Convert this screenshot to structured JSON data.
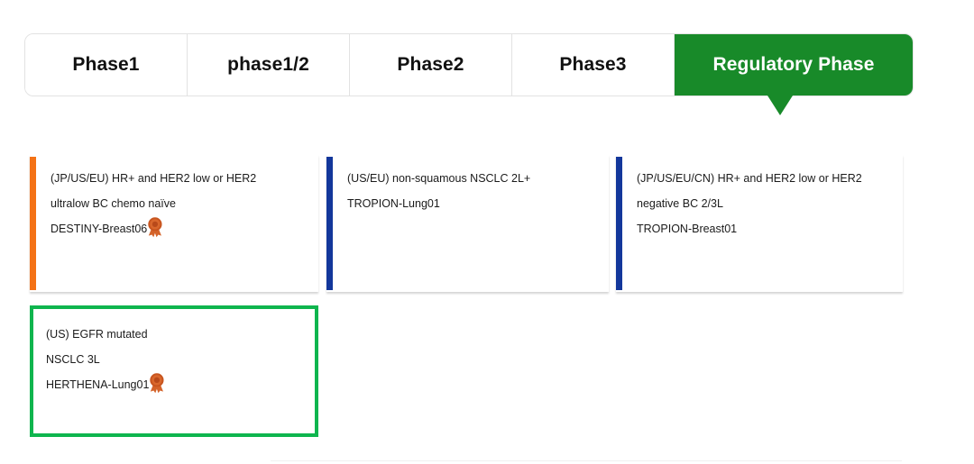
{
  "tabs": [
    {
      "label": "Phase1",
      "active": false
    },
    {
      "label": "phase1/2",
      "active": false
    },
    {
      "label": "Phase2",
      "active": false
    },
    {
      "label": "Phase3",
      "active": false
    },
    {
      "label": "Regulatory Phase",
      "active": true
    }
  ],
  "colors": {
    "active_tab_green": "#188a29",
    "selected_card_green": "#0fb54e",
    "accent_orange": "#f47216",
    "accent_blue": "#13379b",
    "tab_border": "#e2e2e2",
    "text": "#1b1b1b"
  },
  "cards": [
    {
      "accent_color": "#f47216",
      "accent_name": "orange",
      "selected": false,
      "lines": [
        {
          "text": "(JP/US/EU) HR+ and HER2 low or HER2",
          "badge": false
        },
        {
          "text": "ultralow BC chemo naïve",
          "badge": false
        },
        {
          "text": "DESTINY-Breast06",
          "badge": true,
          "badge_icon": "award-rosette-icon"
        }
      ]
    },
    {
      "accent_color": "#13379b",
      "accent_name": "blue",
      "selected": false,
      "lines": [
        {
          "text": "(US/EU) non-squamous NSCLC 2L+",
          "badge": false
        },
        {
          "text": "TROPION-Lung01",
          "badge": false
        }
      ]
    },
    {
      "accent_color": "#13379b",
      "accent_name": "blue",
      "selected": false,
      "lines": [
        {
          "text": "(JP/US/EU/CN) HR+ and HER2 low or HER2",
          "badge": false
        },
        {
          "text": "negative BC 2/3L",
          "badge": false
        },
        {
          "text": "TROPION-Breast01",
          "badge": false
        }
      ]
    },
    {
      "accent_color": "",
      "accent_name": "none",
      "selected": true,
      "lines": [
        {
          "text": "(US) EGFR mutated",
          "badge": false
        },
        {
          "text": "NSCLC 3L",
          "badge": false
        },
        {
          "text": "HERTHENA-Lung01",
          "badge": true,
          "badge_icon": "award-rosette-icon"
        }
      ]
    }
  ]
}
